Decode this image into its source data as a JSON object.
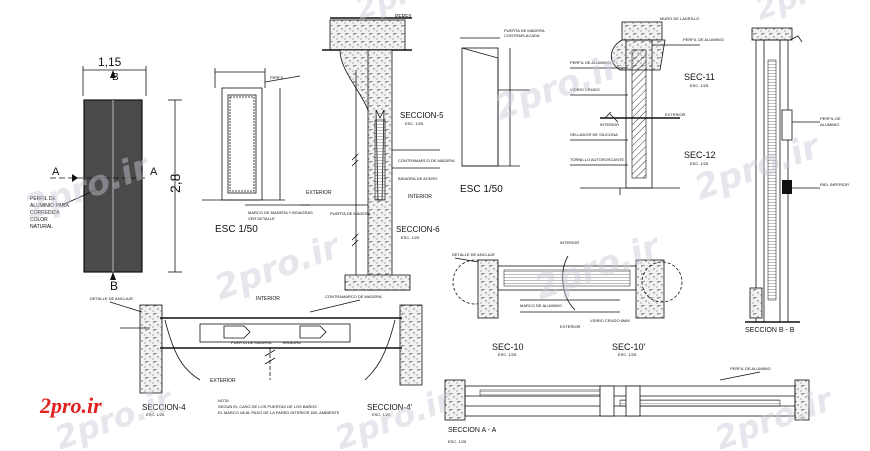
{
  "drawing": {
    "door_width_dim": "1,15",
    "door_height_dim": "2,8",
    "marker_a": "A",
    "marker_b": "B",
    "perfil_note_lines": [
      "PERFIL DE",
      "ALUMINIO PARA",
      "CORREDIZA",
      "COLOR",
      "NATURAL"
    ],
    "esc_150_left": "ESC 1/50",
    "esc_150_mid": "ESC 1/50",
    "seccion_5": "SECCION-5",
    "seccion_5_scale": "ESC. 1/25",
    "seccion_6": "SECCION-6",
    "seccion_6_scale": "ESC. 1/25",
    "exterior": "EXTERIOR",
    "interior": "INTERIOR",
    "sec_11": "SEC-11",
    "sec_11_scale": "ESC. 1/25",
    "sec_12": "SEC-12",
    "sec_12_scale": "ESC. 1/25",
    "sec_10": "SEC-10",
    "sec_10_scale": "ESC. 1/25",
    "sec_10p": "SEC-10'",
    "sec_10p_scale": "ESC. 1/25",
    "seccion_4": "SECCION-4",
    "seccion_4_scale": "ESC. 1/25",
    "seccion_4p": "SECCION-4'",
    "seccion_4p_scale": "ESC. 1/25",
    "seccion_bb": "SECCION B - B",
    "seccion_aa": "SECCION  A - A",
    "seccion_aa_scale": "ESC. 1/25",
    "nota_title": "NOTA",
    "nota_line1": "SEGUN EL CASO DE LOS PUERTAS DE LOS BAÑOS",
    "nota_line2": "EL MARCO VA AL PASO DE LA PARED INTERIOR DEL AMBIENTE",
    "detalle_anclaje": "DETALLE DE ANCLAJE",
    "interior_upper": "INTERIOR",
    "exterior_upper": "EXTERIOR"
  },
  "brand": {
    "logo_text": "2pro.ir",
    "watermark_text": "2pro.ir",
    "logo_color": "#e0211d"
  }
}
